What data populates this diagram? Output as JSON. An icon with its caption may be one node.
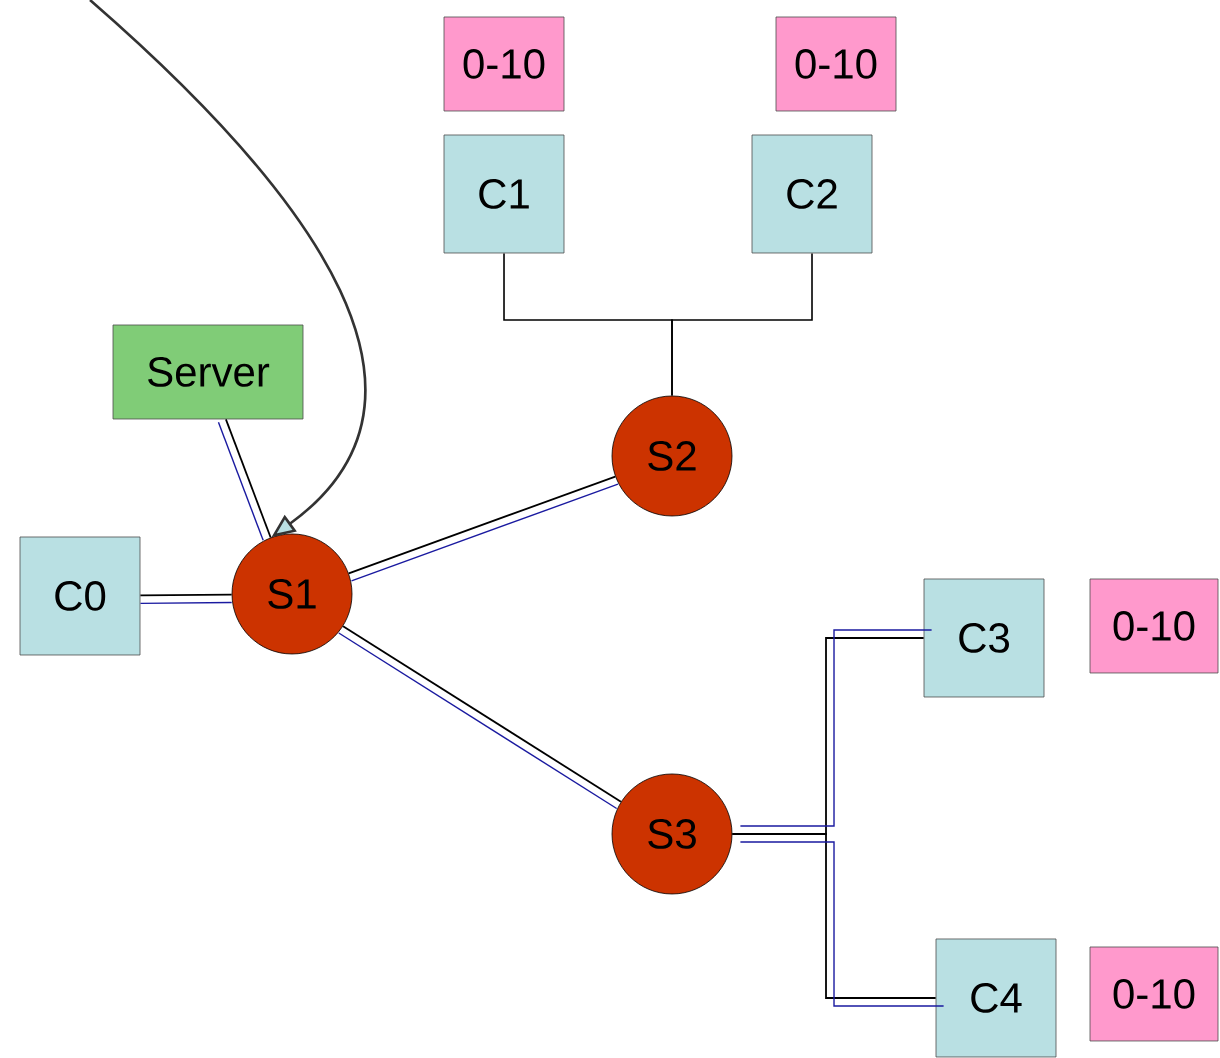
{
  "diagram": {
    "nodes": [
      {
        "text": [
          "0-10"
        ]
      },
      {
        "text": [
          "0-10"
        ]
      },
      {
        "text": [
          "C1"
        ]
      },
      {
        "text": [
          "C2"
        ]
      },
      {
        "text": [
          "Server"
        ]
      },
      {
        "text": [
          "S2"
        ]
      },
      {
        "text": [
          "C0"
        ]
      },
      {
        "text": [
          "S1"
        ]
      },
      {
        "text": [
          "C3"
        ]
      },
      {
        "text": [
          "0-10"
        ]
      },
      {
        "text": [
          "S3"
        ]
      },
      {
        "text": [
          "C4"
        ]
      },
      {
        "text": [
          "0-10"
        ]
      }
    ],
    "edges": [
      {
        "from": null,
        "to": 7,
        "arrow": "to",
        "color": "#333333"
      },
      {
        "from": 4,
        "to": 7,
        "arrow": "none"
      },
      {
        "from": 6,
        "to": 7,
        "arrow": "none"
      },
      {
        "from": 7,
        "to": 5,
        "arrow": "none"
      },
      {
        "from": 7,
        "to": 10,
        "arrow": "none",
        "color": "#000000"
      },
      {
        "from": 5,
        "to": 2,
        "arrow": "none",
        "color": "#000000"
      },
      {
        "from": 5,
        "to": 3,
        "arrow": "none",
        "color": "#000000"
      },
      {
        "from": 10,
        "to": 8,
        "arrow": "none",
        "color": "#000000"
      },
      {
        "from": 10,
        "to": 11,
        "arrow": "none"
      }
    ]
  }
}
